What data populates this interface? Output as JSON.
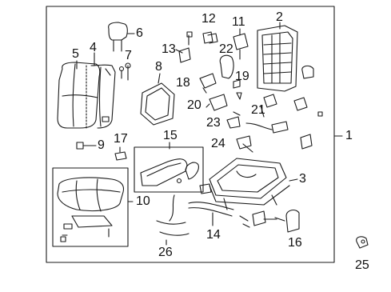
{
  "diagram": {
    "type": "exploded-parts-diagram",
    "line_color": "#1a1a1a",
    "background": "#ffffff",
    "callouts": [
      {
        "id": "1",
        "text": "1"
      },
      {
        "id": "2",
        "text": "2"
      },
      {
        "id": "3",
        "text": "3"
      },
      {
        "id": "4",
        "text": "4"
      },
      {
        "id": "5",
        "text": "5"
      },
      {
        "id": "6",
        "text": "6"
      },
      {
        "id": "7",
        "text": "7"
      },
      {
        "id": "8",
        "text": "8"
      },
      {
        "id": "9",
        "text": "9"
      },
      {
        "id": "10",
        "text": "10"
      },
      {
        "id": "11",
        "text": "11"
      },
      {
        "id": "12",
        "text": "12"
      },
      {
        "id": "13",
        "text": "13"
      },
      {
        "id": "14",
        "text": "14"
      },
      {
        "id": "15",
        "text": "15"
      },
      {
        "id": "16",
        "text": "16"
      },
      {
        "id": "17",
        "text": "17"
      },
      {
        "id": "18",
        "text": "18"
      },
      {
        "id": "19",
        "text": "19"
      },
      {
        "id": "20",
        "text": "20"
      },
      {
        "id": "21",
        "text": "21"
      },
      {
        "id": "22",
        "text": "22"
      },
      {
        "id": "23",
        "text": "23"
      },
      {
        "id": "24",
        "text": "24"
      },
      {
        "id": "25",
        "text": "25"
      },
      {
        "id": "26",
        "text": "26"
      }
    ]
  }
}
